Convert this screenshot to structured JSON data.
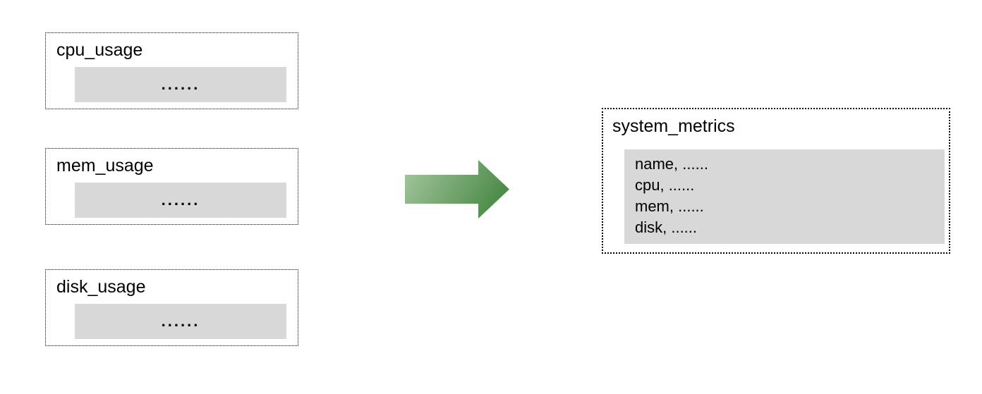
{
  "diagram": {
    "source_tables": [
      {
        "title": "cpu_usage",
        "placeholder": "......"
      },
      {
        "title": "mem_usage",
        "placeholder": "......"
      },
      {
        "title": "disk_usage",
        "placeholder": "......"
      }
    ],
    "arrow": {
      "direction": "right",
      "gradient_start": "#a6c8a0",
      "gradient_end": "#4e8c4a"
    },
    "result_table": {
      "title": "system_metrics",
      "rows": [
        "name, ......",
        "cpu, ......",
        "mem, ......",
        "disk, ......"
      ]
    },
    "colors": {
      "panel_fill": "#d8d8d8",
      "border": "#000000",
      "text": "#000000",
      "background": "#ffffff"
    }
  }
}
